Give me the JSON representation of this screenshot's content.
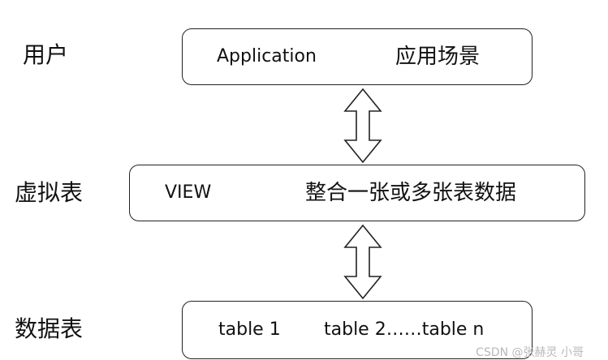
{
  "layers": [
    {
      "label": "用户",
      "left_text": "Application",
      "right_text": "应用场景"
    },
    {
      "label": "虚拟表",
      "left_text": "VIEW",
      "right_text": "整合一张或多张表数据"
    },
    {
      "label": "数据表",
      "left_text": "table 1",
      "right_text": "table 2……table n"
    }
  ],
  "watermark": "CSDN @张赫灵 小哥"
}
